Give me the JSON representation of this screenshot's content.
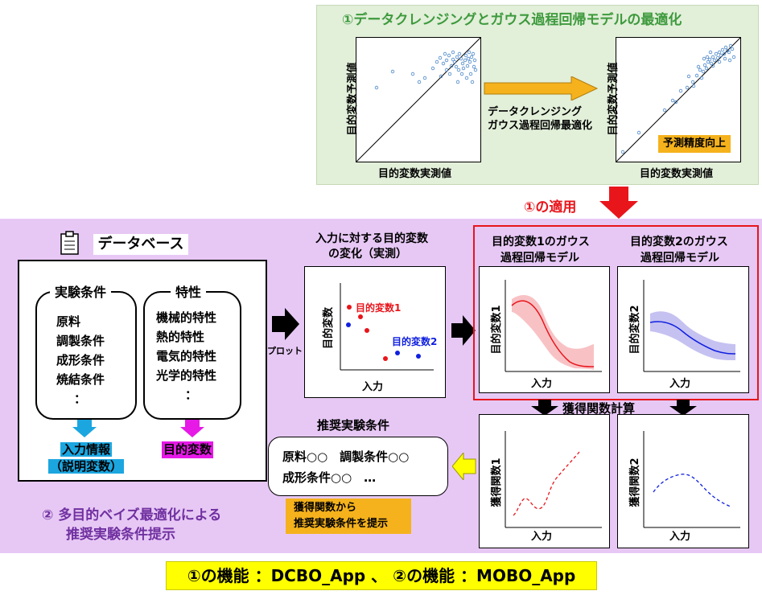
{
  "top_panel": {
    "title": "①データクレンジングとガウス過程回帰モデルの最適化",
    "before_ylabel": "目的変数予測値",
    "before_xlabel": "目的変数実測値",
    "arrow_text_line1": "データクレンジング",
    "arrow_text_line2": "ガウス過程回帰最適化",
    "after_ylabel": "目的変数予測値",
    "after_xlabel": "目的変数実測値",
    "accuracy_badge": "予測精度向上"
  },
  "apply_label": "①の適用",
  "database": {
    "title": "データベース",
    "conditions_header": "実験条件",
    "conditions": [
      "原料",
      "調製条件",
      "成形条件",
      "焼結条件",
      "："
    ],
    "properties_header": "特性",
    "properties": [
      "機械的特性",
      "熱的特性",
      "電気的特性",
      "光学的特性",
      "："
    ],
    "input_label_line1": "入力情報",
    "input_label_line2": "（説明変数）",
    "output_label": "目的変数"
  },
  "plot_arrow_label": "プロット",
  "measured": {
    "title_line1": "入力に対する目的変数",
    "title_line2": "の変化（実測）",
    "ylabel": "目的変数",
    "xlabel": "入力",
    "legend1": "目的変数1",
    "legend2": "目的変数2"
  },
  "gp1": {
    "title_line1": "目的変数1のガウス",
    "title_line2": "過程回帰モデル",
    "ylabel": "目的変数1",
    "xlabel": "入力"
  },
  "gp2": {
    "title_line1": "目的変数2のガウス",
    "title_line2": "過程回帰モデル",
    "ylabel": "目的変数2",
    "xlabel": "入力"
  },
  "acq_calc_label": "獲得関数計算",
  "acq1": {
    "ylabel": "獲得関数1",
    "xlabel": "入力"
  },
  "acq2": {
    "ylabel": "獲得関数2",
    "xlabel": "入力"
  },
  "recommend": {
    "title": "推奨実験条件",
    "line1": "原料○○　調製条件○○",
    "line2": "成形条件○○　…",
    "note_line1": "獲得関数から",
    "note_line2": "推奨実験条件を提示"
  },
  "mobo_caption_line1": "② 多目的ベイズ最適化による",
  "mobo_caption_line2": "推奨実験条件提示",
  "footer": "①の機能 ：DCBO_App 、 ②の機能 ：MOBO_App",
  "colors": {
    "top_panel_bg": "#e2efd9",
    "top_title": "#3d9a3d",
    "lower_panel_bg": "#e7c8f5",
    "red": "#e8151b",
    "orange": "#f5b21c",
    "cyan_arrow": "#1ba6e0",
    "magenta": "#e619e6",
    "purple_text": "#7030a0",
    "footer_bg": "#ffff00",
    "scatter_blue": "#4a86c8"
  }
}
